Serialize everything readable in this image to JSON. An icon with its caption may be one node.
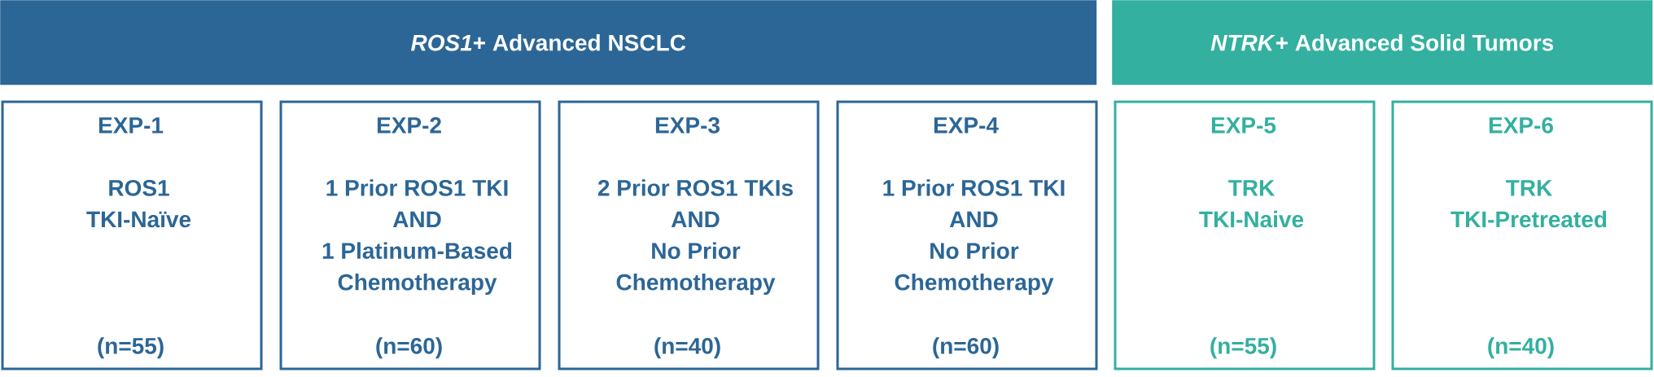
{
  "diagram": {
    "nodes": [
      {
        "text": [
          "*ROS1*+ Advanced NSCLC"
        ]
      },
      {
        "text": [
          "*NTRK*+ Advanced Solid Tumors"
        ]
      },
      {
        "text": [
          "EXP-1",
          "ROS1 TKI-Naïve",
          "(n=55)"
        ]
      },
      {
        "text": [
          "EXP-2",
          "1 Prior ROS1 TKI AND 1 Platinum-Based Chemotherapy",
          "(n=60)"
        ]
      },
      {
        "text": [
          "EXP-3",
          "2 Prior ROS1 TKIs AND No Prior Chemotherapy",
          "(n=40)"
        ]
      },
      {
        "text": [
          "EXP-4",
          "1 Prior ROS1 TKI AND No Prior Chemotherapy",
          "(n=60)"
        ]
      },
      {
        "text": [
          "EXP-5",
          "TRK TKI-Naive",
          "(n=55)"
        ]
      },
      {
        "text": [
          "EXP-6",
          "TRK TKI-Pretreated",
          "(n=40)"
        ]
      }
    ]
  }
}
